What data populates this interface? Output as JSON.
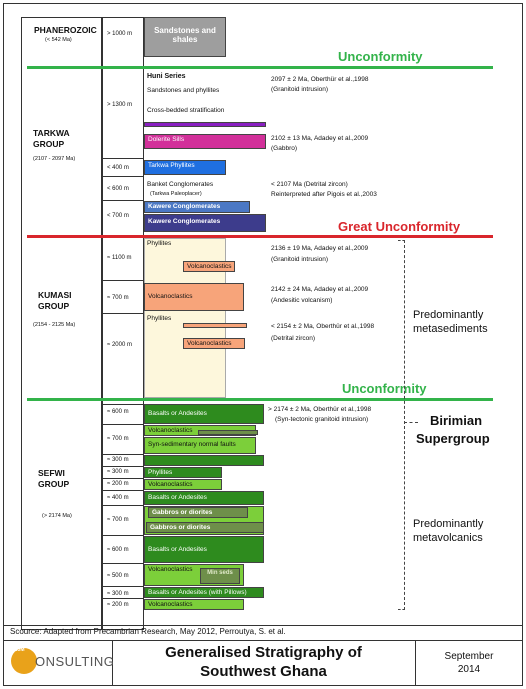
{
  "colors": {
    "green_line": "#33b34a",
    "red_line": "#d9262c",
    "green_dark": "#2e8b1e",
    "green_light": "#7ccf3a",
    "cream": "#fdf7dc",
    "orange": "#f7a47a",
    "gray_box": "#9e9e9e",
    "purple": "#8a1fc2",
    "magenta": "#d2309a",
    "blue": "#1f6fe0",
    "steel": "#4b78c4",
    "indigo": "#3d3c8c"
  },
  "phanerozoic": {
    "label": "PHANEROZOIC",
    "age": "(< 542 Ma)",
    "thickness": "> 1000 m",
    "unit": "Sandstones and shales"
  },
  "tarkwa": {
    "label": "TARKWA GROUP",
    "age": "(2107 - 2097 Ma)",
    "thick_1": "> 1300 m",
    "huni_title": "Huni Series",
    "huni_l1": "Sandstones and phyllites",
    "huni_l2": "Cross-bedded stratification",
    "dolerite": "Dolerite Sills",
    "phyllites_thick": "< 400 m",
    "phyllites": "Tarkwa Phyllites",
    "banket_thick": "< 600 m",
    "banket": "Banket Conglomerates",
    "banket_sub": "(Tarkwa Paleoplacer)",
    "kawere_thick": "< 700 m",
    "kawere1": "Kawere Conglomerates",
    "kawere2": "Kawere Conglomerates",
    "ann1_l1": "2097 ± 2 Ma, Oberthür et al.,1998",
    "ann1_l2": "(Granitoid intrusion)",
    "ann2_l1": "2102 ± 13 Ma, Adadey et al.,2009",
    "ann2_l2": "(Gabbro)",
    "ann3_l1": "< 2107 Ma (Detrital zircon)",
    "ann3_l2": "Reinterpreted after Pigois et al.,2003"
  },
  "unconformity_1": "Unconformity",
  "great_unconformity": "Great Unconformity",
  "unconformity_2": "Unconformity",
  "kumasi": {
    "label": "KUMASI GROUP",
    "age": "(2154 - 2125 Ma)",
    "thick_1": "≈ 1100 m",
    "thick_2": "≈ 700 m",
    "thick_3": "≈ 2000 m",
    "phyllites_1": "Phyllites",
    "volc_1": "Volcanoclastics",
    "volc_2": "Volcanoclastics",
    "phyllites_2": "Phyllites",
    "volc_3": "Volcanoclastics",
    "ann1_l1": "2136 ± 19 Ma, Adadey et al.,2009",
    "ann1_l2": "(Granitoid intrusion)",
    "ann2_l1": "2142 ± 24 Ma, Adadey et al.,2009",
    "ann2_l2": "(Andesitic volcanism)",
    "ann3_l1": "< 2154 ± 2 Ma, Oberthür et al.,1998",
    "ann3_l2": "(Detrital zircon)"
  },
  "sefwi": {
    "label": "SEFWI GROUP",
    "age": "(> 2174 Ma)",
    "thicknesses": [
      "≈ 600 m",
      "≈ 700 m",
      "≈ 300 m",
      "≈ 300 m",
      "≈ 200 m",
      "≈ 400 m",
      "≈ 700 m",
      "≈ 600 m",
      "≈ 500 m",
      "≈ 300 m",
      "≈ 200 m"
    ],
    "u_basalts1": "Basalts or Andesites",
    "u_volc1": "Volcanoclastics",
    "u_synsed": "Syn-sedimentary normal faults",
    "u_phyllites": "Phyllites",
    "u_volc2": "Volcanoclastics",
    "u_basalts2": "Basalts or Andesites",
    "u_gabbros1": "Gabbros or diorites",
    "u_gabbros2": "Gabbros or diorites",
    "u_basalts3": "Basalts or Andesites",
    "u_volc3": "Volcanoclastics",
    "u_minseds": "Min seds",
    "u_basalts4": "Basalts or Andesites (with Pillows)",
    "u_volc4": "Volcanoclastics",
    "ann1_l1": "> 2174 ± 2 Ma, Oberthür et al.,1998",
    "ann1_l2": "(Syn-tectonic granitoid intrusion)"
  },
  "side_labels": {
    "metased_l1": "Predominantly",
    "metased_l2": "metasediments",
    "birimian_l1": "Birimian",
    "birimian_l2": "Supergroup",
    "metavolc_l1": "Predominantly",
    "metavolc_l2": "metavolcanics"
  },
  "source": "Scource: Adapted from Precambrian Research, May 2012, Perroutya, S. et al.",
  "footer": {
    "logo_letter": "C",
    "logo_text": "ONSULTING",
    "logo_small": "CJM",
    "title_l1": "Generalised Stratigraphy of",
    "title_l2": "Southwest Ghana",
    "date_l1": "September",
    "date_l2": "2014"
  }
}
